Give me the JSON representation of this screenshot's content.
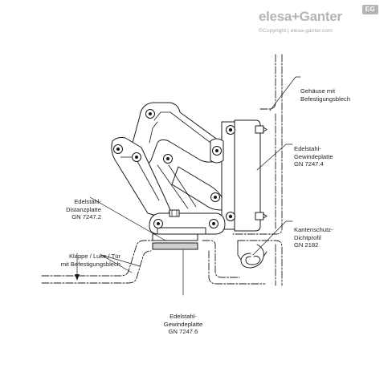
{
  "brand": {
    "logo_text": "elesa+Ganter",
    "badge": "EG",
    "copyright": "©Copyright | elesa-ganter.com"
  },
  "labels": {
    "housing": [
      "Gehäuse mit",
      "Befestigungsblech"
    ],
    "threaded_plate_top": [
      "Edelstahl-",
      "Gewindeplatte",
      "GN 7247.4"
    ],
    "spacer_plate": [
      "Edelstahl-",
      "Distanzplatte",
      "GN 7247.2"
    ],
    "door": [
      "Klappe / Luke / Tür",
      "mit Befestigungsblech"
    ],
    "edge_seal": [
      "Kantenschutz-",
      "Dichtprofil",
      "GN 2182"
    ],
    "threaded_plate_bottom": [
      "Edelstahl-",
      "Gewindeplatte",
      "GN 7247.6"
    ]
  },
  "colors": {
    "line": "#1a1a1a",
    "plate_fill": "#cfcfcf",
    "logo": "#b4b4b4"
  }
}
